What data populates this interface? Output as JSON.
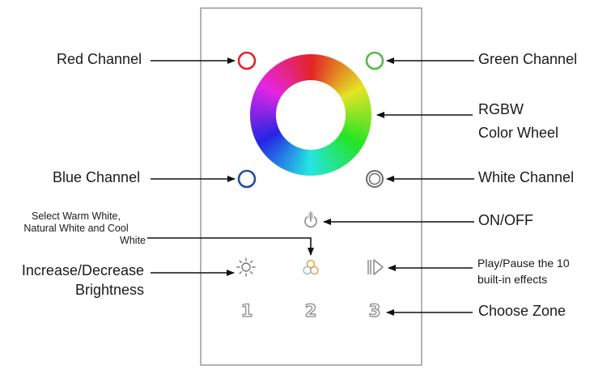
{
  "labels": {
    "red_channel": "Red Channel",
    "green_channel": "Green Channel",
    "rgbw_line1": "RGBW",
    "rgbw_line2": "Color Wheel",
    "blue_channel": "Blue Channel",
    "white_channel": "White Channel",
    "select_white_line1": "Select Warm White,",
    "select_white_line2": "Natural White and Cool",
    "select_white_line3": "White",
    "on_off": "ON/OFF",
    "brightness_line1": "Increase/Decrease",
    "brightness_line2": "Brightness",
    "play_pause_line1": "Play/Pause the 10",
    "play_pause_line2": "built-in effects",
    "choose_zone": "Choose Zone"
  },
  "zones": [
    "1",
    "2",
    "3"
  ],
  "icons": {
    "red": "red-channel-button-icon",
    "green": "green-channel-button-icon",
    "blue": "blue-channel-button-icon",
    "white": "white-channel-button-icon",
    "power": "power-icon",
    "brightness": "brightness-sun-icon",
    "white_select": "white-select-circles-icon",
    "play_pause": "play-pause-icon",
    "color_wheel": "rgbw-color-wheel"
  },
  "colors": {
    "red": "#e8202a",
    "green": "#55b947",
    "blue": "#1f4e9e",
    "white_button": "#6b6b6b",
    "icon_gray": "#8a8a8a",
    "arrow": "#111111"
  }
}
